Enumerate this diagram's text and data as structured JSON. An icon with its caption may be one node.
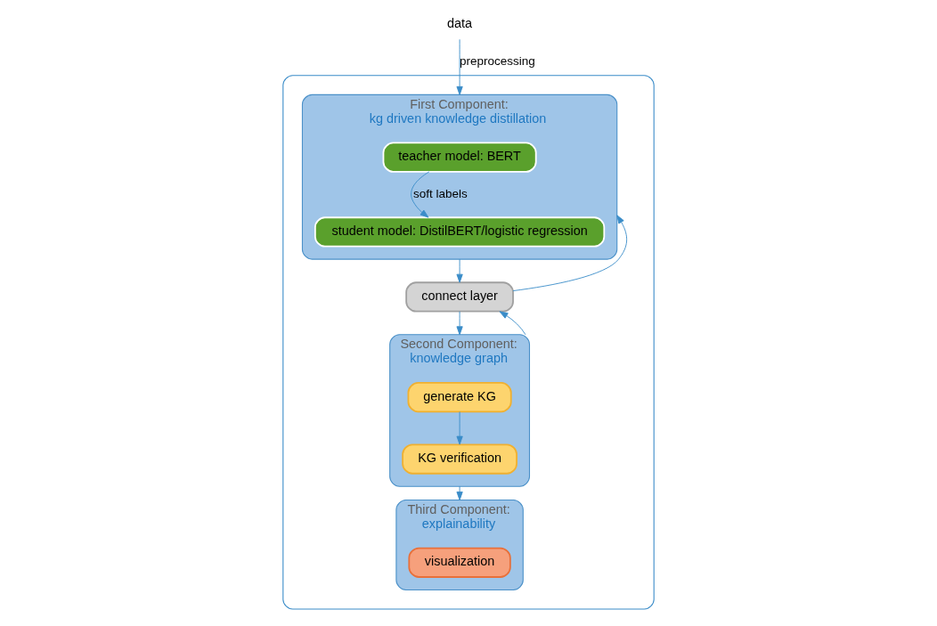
{
  "diagram": {
    "nodes": [
      {
        "text": [],
        "shape": "box"
      },
      {
        "text": [
          "data"
        ]
      },
      {
        "text": [
          "First Component:",
          "kg driven knowledge distillation"
        ],
        "in": 0
      },
      {
        "text": [
          "teacher model: BERT"
        ],
        "in": 2
      },
      {
        "text": [
          "student model: DistilBERT/logistic regression"
        ],
        "in": 2
      },
      {
        "text": [
          "connect layer"
        ],
        "in": 0
      },
      {
        "text": [
          "Second Component:",
          "knowledge graph"
        ],
        "in": 0
      },
      {
        "text": [
          "generate KG"
        ],
        "in": 6
      },
      {
        "text": [
          "KG verification"
        ],
        "in": 6
      },
      {
        "text": [
          "Third Component:",
          "explainability"
        ],
        "in": 0
      },
      {
        "text": [
          "visualization"
        ],
        "in": 9
      }
    ],
    "edges": [
      {
        "from": 1,
        "to": 2,
        "arrow": "to",
        "label": "preprocessing"
      },
      {
        "from": 3,
        "to": 4,
        "arrow": "to",
        "label": "soft labels"
      },
      {
        "from": 2,
        "to": 5,
        "arrow": "to"
      },
      {
        "from": 5,
        "to": 2,
        "arrow": "to"
      },
      {
        "from": 5,
        "to": 6,
        "arrow": "to"
      },
      {
        "from": 6,
        "to": 5,
        "arrow": "to"
      },
      {
        "from": 7,
        "to": 8,
        "arrow": "to"
      },
      {
        "from": 6,
        "to": 9,
        "arrow": "to"
      }
    ]
  }
}
